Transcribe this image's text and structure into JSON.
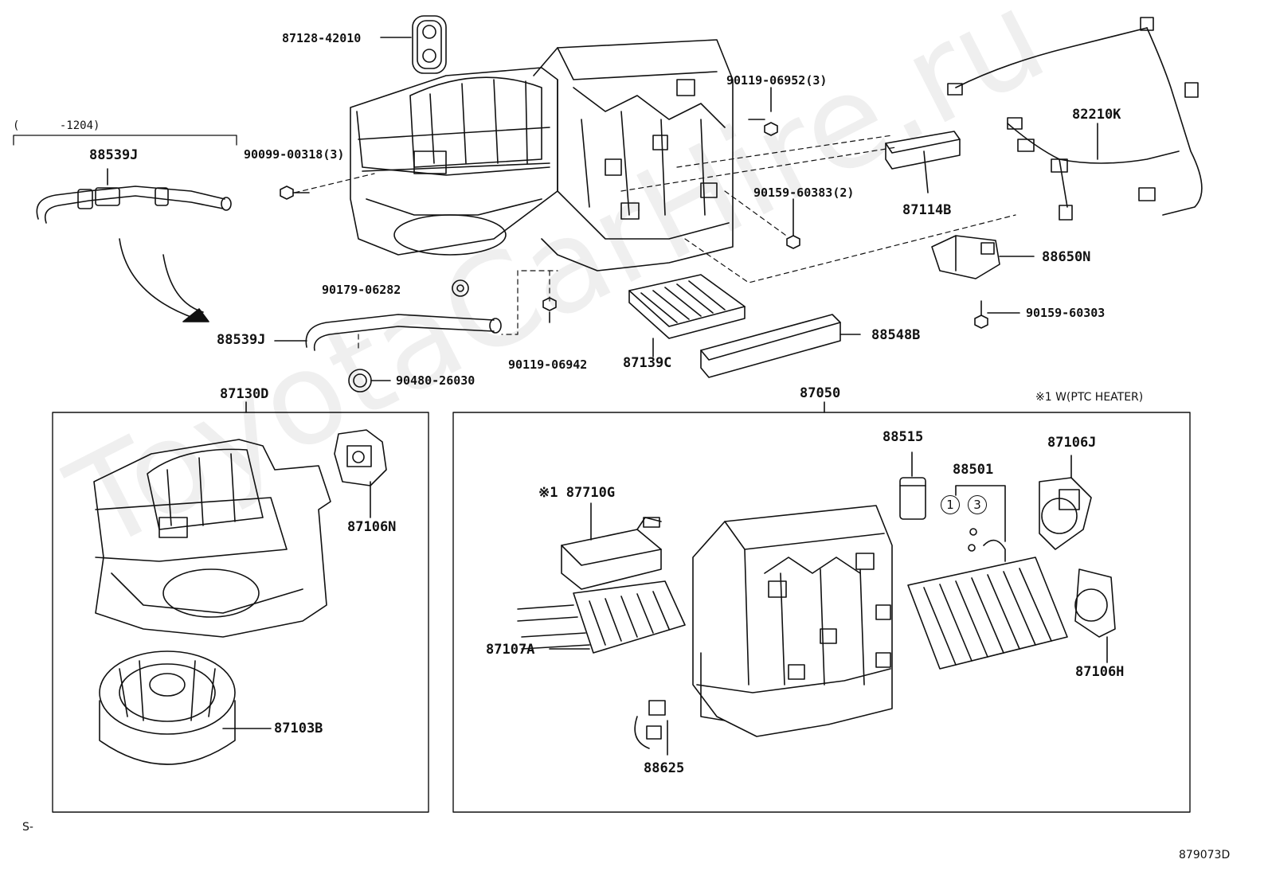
{
  "labels": {
    "p87128_42010": "87128-42010",
    "p90119_06952": "90119-06952(3)",
    "range_note": "(　　　 -1204)",
    "p88539J_top": "88539J",
    "p90099_00318": "90099-00318(3)",
    "p90159_60383": "90159-60383(2)",
    "p87114B": "87114B",
    "p82210K": "82210K",
    "p88650N": "88650N",
    "p90179_06282": "90179-06282",
    "p90159_60303": "90159-60303",
    "p88539J_bottom": "88539J",
    "p90119_06942": "90119-06942",
    "p87139C": "87139C",
    "p88548B": "88548B",
    "p90480_26030": "90480-26030",
    "p87130D": "87130D",
    "p87050": "87050",
    "ptc_note": "※1 W(PTC HEATER)",
    "p87106N": "87106N",
    "p87103B": "87103B",
    "p88515": "88515",
    "p88501": "88501",
    "p87106J": "87106J",
    "p87710G": "※1 87710G",
    "p87107A": "87107A",
    "p87106H": "87106H",
    "p88625": "88625",
    "circle1": "1",
    "circle3": "3",
    "corner_s": "S-",
    "figure_id": "879073D"
  },
  "watermark": "ToyotaCarHire.ru",
  "icons": [
    "hvac-unit-drawing",
    "blower-motor-drawing",
    "heater-core-drawing",
    "evaporator-drawing",
    "servo-motor-drawing",
    "wire-harness-drawing",
    "hose-drawing",
    "filter-drawing",
    "bolt-icon"
  ]
}
